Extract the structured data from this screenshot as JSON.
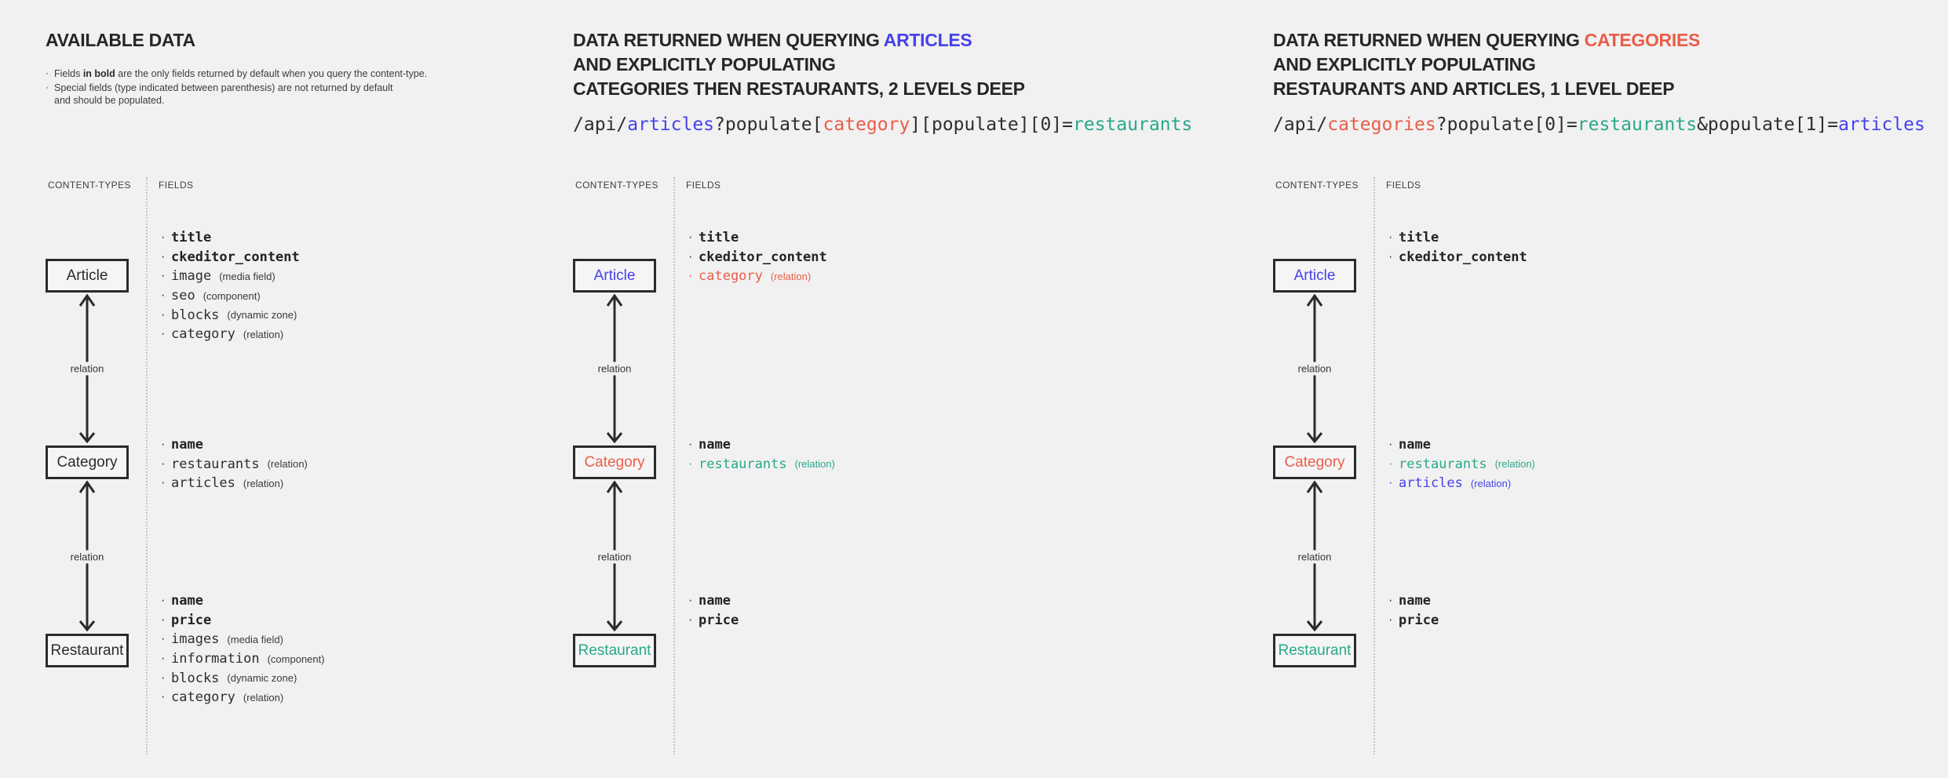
{
  "colors": {
    "background": "#f1f1f1",
    "text_dark": "#2b2b2b",
    "blue": "#4641ec",
    "red": "#ea5d49",
    "teal": "#2aa88a",
    "box_border": "#2b2b2b",
    "divider": "#c5c5c5"
  },
  "glyphs": {
    "bullet": "·"
  },
  "p1": {
    "title": "AVAILABLE DATA",
    "note1": {
      "pre": "Fields ",
      "bold": "in bold",
      "post": " are the only fields returned by default when you query the content-type."
    },
    "note2_line1": "Special fields (type indicated between parenthesis) are not returned by default",
    "note2_line2": "and should be populated.",
    "headers": {
      "content_types": "CONTENT-TYPES",
      "fields": "FIELDS"
    },
    "boxes": {
      "article": "Article",
      "category": "Category",
      "restaurant": "Restaurant"
    },
    "relation_label": "relation",
    "article_fields": [
      {
        "name": "title",
        "bold": true
      },
      {
        "name": "ckeditor_content",
        "bold": true
      },
      {
        "name": "image",
        "type": "(media field)"
      },
      {
        "name": "seo",
        "type": "(component)"
      },
      {
        "name": "blocks",
        "type": "(dynamic zone)"
      },
      {
        "name": "category",
        "type": "(relation)"
      }
    ],
    "category_fields": [
      {
        "name": "name",
        "bold": true
      },
      {
        "name": "restaurants",
        "type": "(relation)"
      },
      {
        "name": "articles",
        "type": "(relation)"
      }
    ],
    "restaurant_fields": [
      {
        "name": "name",
        "bold": true
      },
      {
        "name": "price",
        "bold": true
      },
      {
        "name": "images",
        "type": "(media field)"
      },
      {
        "name": "information",
        "type": "(component)"
      },
      {
        "name": "blocks",
        "type": "(dynamic zone)"
      },
      {
        "name": "category",
        "type": "(relation)"
      }
    ]
  },
  "p2": {
    "title_pre": "DATA RETURNED WHEN QUERYING ",
    "title_highlight": "ARTICLES",
    "title_line2": "AND EXPLICITLY POPULATING",
    "title_line3": "CATEGORIES THEN RESTAURANTS, 2 LEVELS DEEP",
    "url": [
      {
        "t": "/api/",
        "color": "dark"
      },
      {
        "t": "articles",
        "color": "blue"
      },
      {
        "t": "?populate[",
        "color": "dark"
      },
      {
        "t": "category",
        "color": "red"
      },
      {
        "t": "][populate][0]=",
        "color": "dark"
      },
      {
        "t": "restaurants",
        "color": "teal"
      }
    ],
    "headers": {
      "content_types": "CONTENT-TYPES",
      "fields": "FIELDS"
    },
    "boxes": {
      "article": "Article",
      "category": "Category",
      "restaurant": "Restaurant"
    },
    "relation_label": "relation",
    "article_fields": [
      {
        "name": "title",
        "bold": true
      },
      {
        "name": "ckeditor_content",
        "bold": true
      },
      {
        "name": "category",
        "type": "(relation)",
        "color": "red"
      }
    ],
    "category_fields": [
      {
        "name": "name",
        "bold": true
      },
      {
        "name": "restaurants",
        "type": "(relation)",
        "color": "teal"
      }
    ],
    "restaurant_fields": [
      {
        "name": "name",
        "bold": true
      },
      {
        "name": "price",
        "bold": true
      }
    ]
  },
  "p3": {
    "title_pre": "DATA RETURNED WHEN QUERYING ",
    "title_highlight": "CATEGORIES",
    "title_line2": "AND EXPLICITLY POPULATING",
    "title_line3": "RESTAURANTS AND ARTICLES, 1 LEVEL DEEP",
    "url": [
      {
        "t": "/api/",
        "color": "dark"
      },
      {
        "t": "categories",
        "color": "red"
      },
      {
        "t": "?populate[0]=",
        "color": "dark"
      },
      {
        "t": "restaurants",
        "color": "teal"
      },
      {
        "t": "&populate[1]=",
        "color": "dark"
      },
      {
        "t": "articles",
        "color": "blue"
      }
    ],
    "headers": {
      "content_types": "CONTENT-TYPES",
      "fields": "FIELDS"
    },
    "boxes": {
      "article": "Article",
      "category": "Category",
      "restaurant": "Restaurant"
    },
    "relation_label": "relation",
    "article_fields": [
      {
        "name": "title",
        "bold": true
      },
      {
        "name": "ckeditor_content",
        "bold": true
      }
    ],
    "category_fields": [
      {
        "name": "name",
        "bold": true
      },
      {
        "name": "restaurants",
        "type": "(relation)",
        "color": "teal"
      },
      {
        "name": "articles",
        "type": "(relation)",
        "color": "blue"
      }
    ],
    "restaurant_fields": [
      {
        "name": "name",
        "bold": true
      },
      {
        "name": "price",
        "bold": true
      }
    ]
  }
}
